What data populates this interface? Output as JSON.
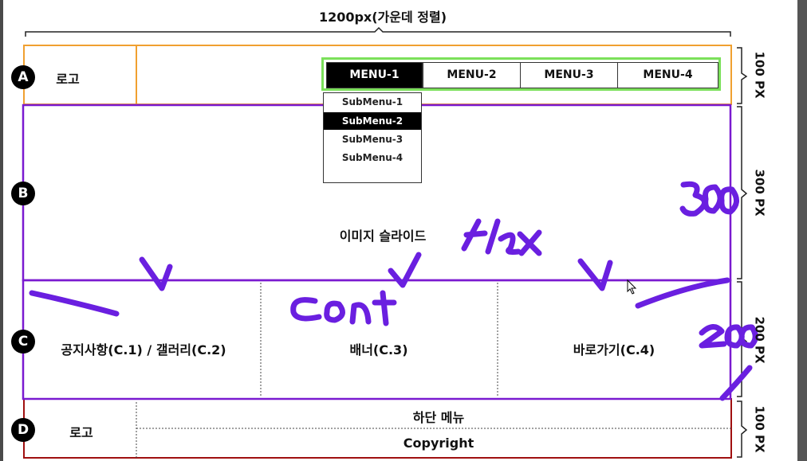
{
  "header": {
    "title": "1200px(가운데 정렬)"
  },
  "markers": [
    "A",
    "B",
    "C",
    "D"
  ],
  "sectionA": {
    "logo": "로고",
    "menu": [
      "MENU-1",
      "MENU-2",
      "MENU-3",
      "MENU-4"
    ],
    "active_menu": 0,
    "submenu": [
      "SubMenu-1",
      "SubMenu-2",
      "SubMenu-3",
      "SubMenu-4"
    ],
    "active_submenu": 1
  },
  "sectionB": {
    "label": "이미지 슬라이드"
  },
  "sectionC": {
    "cols": [
      "공지사항(C.1) / 갤러리(C.2)",
      "배너(C.3)",
      "바로가기(C.4)"
    ]
  },
  "sectionD": {
    "logo": "로고",
    "menu_label": "하단 메뉴",
    "copyright": "Copyright"
  },
  "dimensions": {
    "a": "100 PX",
    "b": "300 PX",
    "c": "200 PX",
    "d": "100 PX"
  },
  "handwriting": [
    "300",
    "flex",
    "cont",
    "200"
  ],
  "colors": {
    "orange": "#f0a030",
    "purple": "#7a1ad0",
    "red": "#a01010",
    "green": "#7be05a",
    "ink": "#6a1fe0",
    "black": "#000000"
  }
}
